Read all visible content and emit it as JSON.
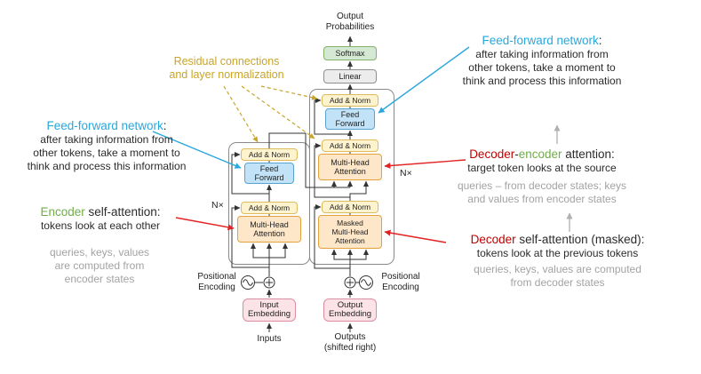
{
  "colors": {
    "add_norm_fill": "#fdf3ce",
    "add_norm_border": "#dcbc5c",
    "feed_forward_fill": "#c2e3f7",
    "feed_forward_border": "#5ba3cf",
    "attention_fill": "#fee7c9",
    "attention_border": "#e3a23c",
    "embedding_fill": "#fbe3e8",
    "embedding_border": "#db8da2",
    "linear_fill": "#ececec",
    "linear_border": "#8f8f8f",
    "softmax_fill": "#d5e8d4",
    "softmax_border": "#82b366",
    "heading_blue": "#2aa7dc",
    "heading_green": "#70ad47",
    "heading_red": "#c00000",
    "residual_yellow": "#c9a42a",
    "note_gray": "#a3a3a3",
    "arrow_red": "#e32222",
    "arrow_blue": "#2aa7dc",
    "arrow_gray": "#b0b0b0",
    "diagram_line": "#333333"
  },
  "boxes": {
    "add_norm": "Add & Norm",
    "feed_forward": "Feed\nForward",
    "multi_head_attention": "Multi-Head\nAttention",
    "masked_multi_head_attention": "Masked\nMulti-Head\nAttention",
    "linear": "Linear",
    "softmax": "Softmax",
    "input_embedding": "Input\nEmbedding",
    "output_embedding": "Output\nEmbedding",
    "n_x": "N×"
  },
  "labels": {
    "output_probabilities": "Output\nProbabilities",
    "inputs": "Inputs",
    "outputs": "Outputs\n(shifted right)",
    "positional_encoding": "Positional\nEncoding"
  },
  "annotations": {
    "residual": "Residual connections\nand layer normalization",
    "ff_left": {
      "heading": "Feed-forward network",
      "colon": ":",
      "body": "after taking information from\nother tokens, take a moment to\nthink and process this information"
    },
    "encoder_attention": {
      "heading_encoder": "Encoder",
      "heading_rest": " self-attention:",
      "body": "tokens look at each other",
      "note": "queries, keys, values\nare computed from\nencoder states"
    },
    "ff_right": {
      "heading": "Feed-forward network",
      "colon": ":",
      "body": "after taking information from\nother tokens, take a moment to\nthink and process this information"
    },
    "decoder_encoder_attention": {
      "heading_decoder": "Decoder",
      "heading_dash": "-",
      "heading_encoder": "encoder",
      "heading_rest": " attention:",
      "body": "target token looks at the source",
      "note": "queries – from decoder states; keys\nand values from encoder states"
    },
    "decoder_self_attention": {
      "heading_decoder": "Decoder",
      "heading_rest": " self-attention (masked):",
      "body": "tokens look at the previous tokens",
      "note": "queries, keys, values are computed\nfrom decoder states"
    }
  }
}
